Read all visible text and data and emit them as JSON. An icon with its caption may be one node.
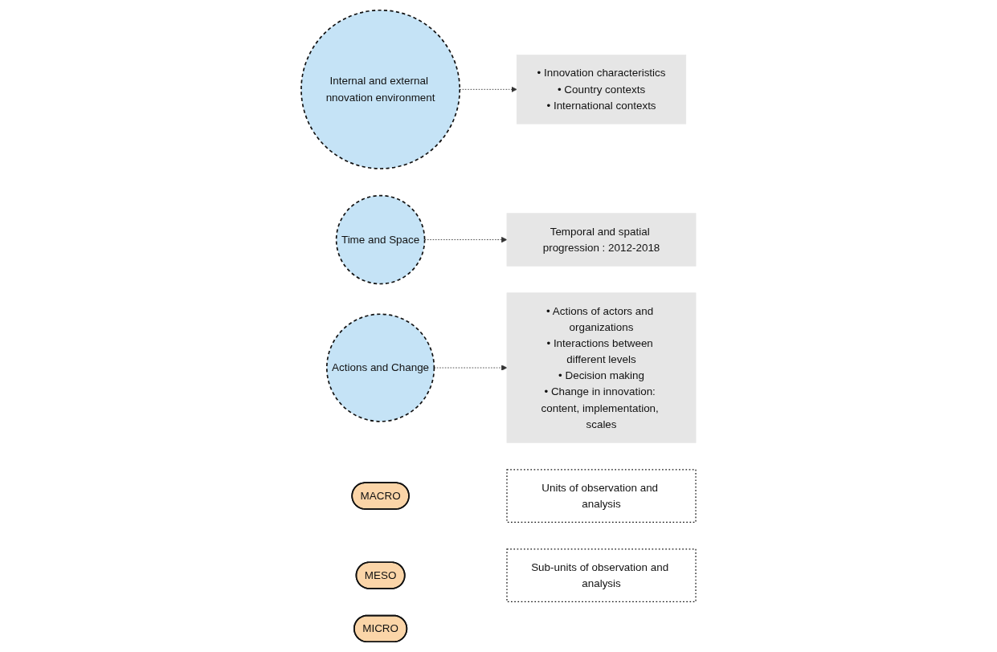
{
  "diagram": {
    "nodes": [
      {
        "text": [
          "• Innovation characteristics",
          "• Country contexts",
          "• International contexts"
        ]
      },
      {
        "text": [
          "Internal and external nnovation environment"
        ]
      },
      {
        "text": [
          "Time and Space"
        ]
      },
      {
        "text": [
          "Temporal and spatial progression : 2012-2018"
        ]
      },
      {
        "text": [
          "Actions and Change"
        ]
      },
      {
        "text": [
          "• Actions of actors and organizations",
          "• Interactions between different levels",
          "• Decision making",
          "• Change in innovation: content, implementation, scales"
        ]
      },
      {
        "text": [
          "MACRO"
        ]
      },
      {
        "text": [
          "MESO"
        ]
      },
      {
        "text": [
          "MICRO"
        ]
      },
      {
        "text": [
          "Units of observation and analysis"
        ]
      },
      {
        "text": [
          "Sub-units of observation and analysis"
        ]
      }
    ],
    "edges": [
      {
        "from": 1,
        "to": 0,
        "arrow": "to",
        "style": "dashed"
      },
      {
        "from": 2,
        "to": 3,
        "arrow": "to",
        "style": "dashed"
      },
      {
        "from": 4,
        "to": 5,
        "arrow": "to",
        "style": "dashed"
      }
    ]
  }
}
